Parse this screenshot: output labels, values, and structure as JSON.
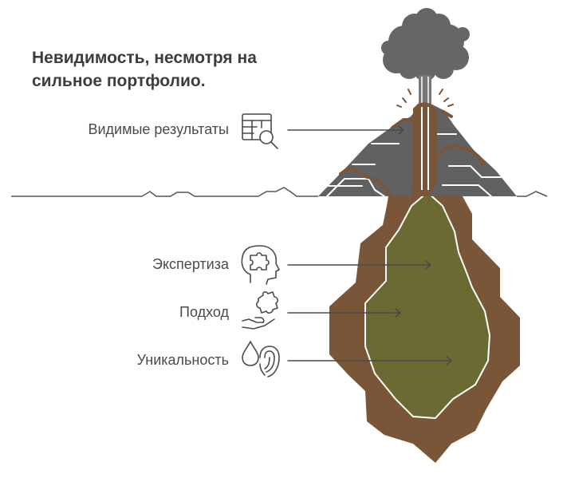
{
  "title": "Невидимость, несмотря на сильное портфолио.",
  "items": [
    {
      "label": "Видимые результаты",
      "icon": "spreadsheet-search-icon"
    },
    {
      "label": "Экспертиза",
      "icon": "head-puzzle-icon"
    },
    {
      "label": "Подход",
      "icon": "hand-puzzle-icon"
    },
    {
      "label": "Уникальность",
      "icon": "fingerprint-drop-icon"
    }
  ],
  "colors": {
    "volcano": "#616161",
    "smoke": "#666666",
    "earth": "#7a5638",
    "core": "#6a6a32",
    "text": "#4a4a4a"
  }
}
